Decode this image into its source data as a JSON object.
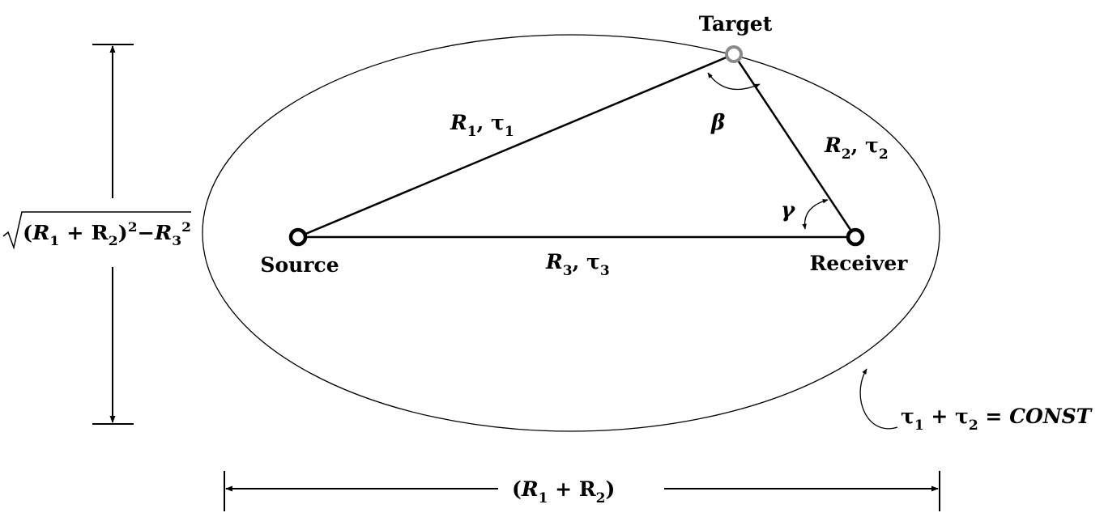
{
  "nodes": {
    "target": "Target",
    "source": "Source",
    "receiver": "Receiver"
  },
  "edges": {
    "source_target": {
      "r": "R",
      "r_sub": "1",
      "tau": "τ",
      "tau_sub": "1"
    },
    "target_receiver": {
      "r": "R",
      "r_sub": "2",
      "tau": "τ",
      "tau_sub": "2"
    },
    "source_receiver": {
      "r": "R",
      "r_sub": "3",
      "tau": "τ",
      "tau_sub": "3"
    }
  },
  "angles": {
    "at_target": "β",
    "at_receiver": "γ"
  },
  "ellipse_annotation": {
    "tau1": "τ",
    "sub1": "1",
    "plus": " + ",
    "tau2": "τ",
    "sub2": "2",
    "eq": " = ",
    "const": "CONST"
  },
  "dimensions": {
    "vertical": {
      "sqrt": "√",
      "open": "(",
      "r1": "R",
      "r1_sub": "1",
      "plus": " + ",
      "r2": "R",
      "r2_sub": "2",
      "close": ")",
      "sup": "2",
      "minus": "−",
      "r3": "R",
      "r3_sub": "3",
      "r3_sup": "2"
    },
    "horizontal": {
      "open": "(",
      "r1": "R",
      "r1_sub": "1",
      "plus": " + ",
      "r2": "R",
      "r2_sub": "2",
      "close": ")"
    }
  }
}
